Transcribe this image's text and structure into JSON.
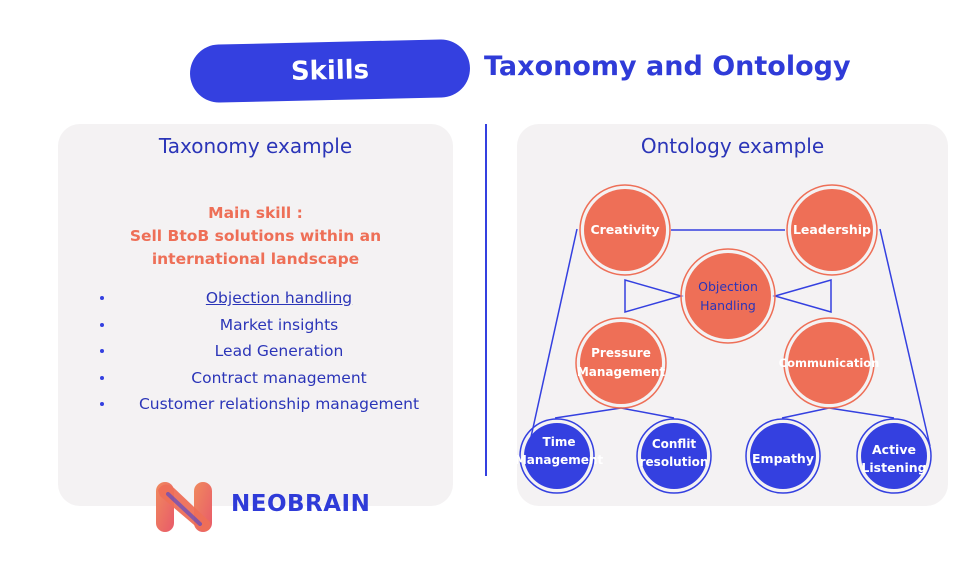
{
  "header": {
    "pill_label": "Skills",
    "title": "Taxonomy and Ontology"
  },
  "taxonomy": {
    "title": "Taxonomy example",
    "main_skill_lines": [
      "Main skill :",
      "Sell BtoB solutions within an",
      "international landscape"
    ],
    "skills": [
      {
        "label": "Objection handling",
        "underlined": true
      },
      {
        "label": "Market insights",
        "underlined": false
      },
      {
        "label": "Lead Generation",
        "underlined": false
      },
      {
        "label": "Contract management",
        "underlined": false
      },
      {
        "label": "Customer relationship management",
        "underlined": false
      }
    ]
  },
  "ontology": {
    "title": "Ontology example",
    "nodes": {
      "creativity": [
        "Creativity"
      ],
      "leadership": [
        "Leadership"
      ],
      "objection": [
        "Objection",
        "Handling"
      ],
      "pressure": [
        "Pressure",
        "Management"
      ],
      "communication": [
        "Communication"
      ],
      "time": [
        "Time",
        "Management"
      ],
      "conflict": [
        "Conflit",
        "resolution"
      ],
      "empathy": [
        "Empathy"
      ],
      "listening": [
        "Active",
        "Listening"
      ]
    }
  },
  "brand": {
    "name": "NEOBRAIN"
  },
  "colors": {
    "primary": "#3440e0",
    "accent": "#ee6f57",
    "panel": "#f4f2f3",
    "text_blue": "#2b35b8"
  }
}
